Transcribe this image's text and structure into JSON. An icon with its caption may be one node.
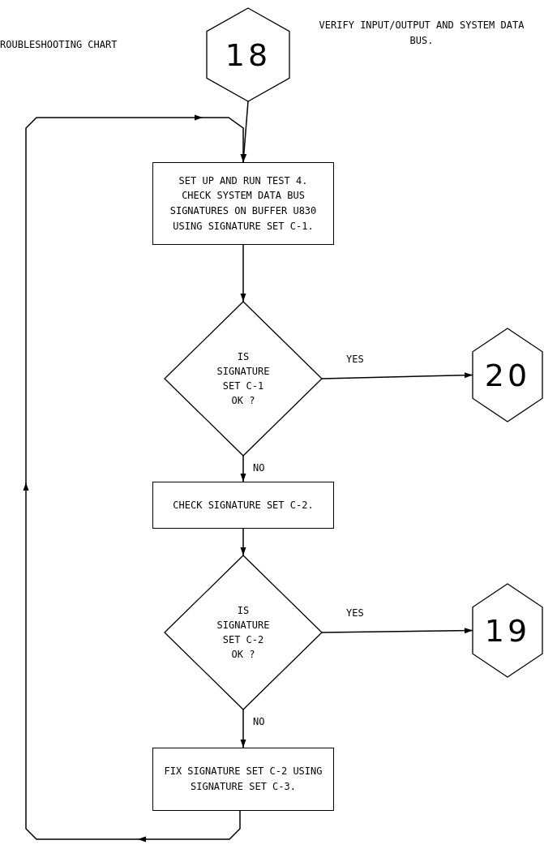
{
  "diagram": {
    "nodes": [
      {
        "text": [
          "18"
        ],
        "beside": [
          "VERIFY INPUT/OUTPUT AND SYSTEM DATA BUS."
        ]
      },
      {
        "text": [
          "SET UP AND RUN TEST 4. CHECK SYSTEM DATA BUS SIGNATURES ON BUFFER U830 USING SIGNATURE SET C-1."
        ]
      },
      {
        "text": [
          "IS SIGNATURE SET C-1 OK ?"
        ]
      },
      {
        "text": [
          "20"
        ]
      },
      {
        "text": [
          "CHECK SIGNATURE SET C-2."
        ]
      },
      {
        "text": [
          "IS SIGNATURE SET C-2 OK ?"
        ]
      },
      {
        "text": [
          "19"
        ]
      },
      {
        "text": [
          "FIX SIGNATURE SET C-2 USING SIGNATURE SET C-3."
        ]
      }
    ],
    "edges": [
      {
        "from": 0,
        "to": 1,
        "arrow": "to"
      },
      {
        "from": 1,
        "to": 2,
        "arrow": "to"
      },
      {
        "from": 2,
        "to": 3,
        "arrow": "to",
        "label": "YES"
      },
      {
        "from": 2,
        "to": 4,
        "arrow": "to",
        "label": "NO"
      },
      {
        "from": 4,
        "to": 5,
        "arrow": "to"
      },
      {
        "from": 5,
        "to": 6,
        "arrow": "to",
        "label": "YES"
      },
      {
        "from": 5,
        "to": 7,
        "arrow": "to",
        "label": "NO"
      },
      {
        "from": 7,
        "to": 1,
        "arrow": "to"
      }
    ],
    "labels": [
      "ROUBLESHOOTING CHART"
    ]
  }
}
